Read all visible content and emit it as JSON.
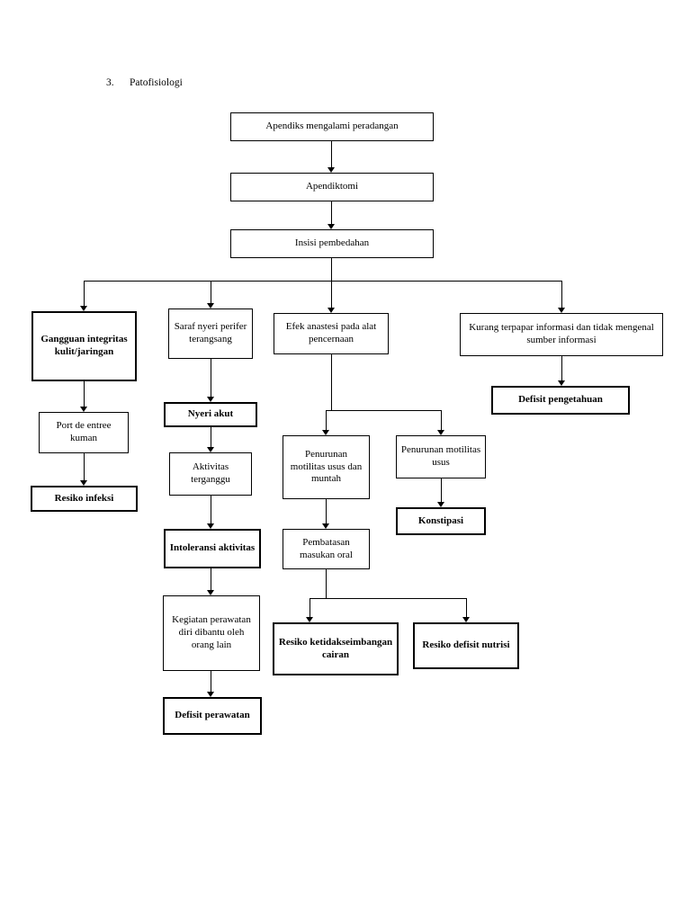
{
  "heading": {
    "number": "3.",
    "text": "Patofisiologi"
  },
  "diagram": {
    "type": "flowchart",
    "nodes": [
      {
        "id": "n1",
        "label": "Apendiks mengalami peradangan",
        "bold": false
      },
      {
        "id": "n2",
        "label": "Apendiktomi",
        "bold": false
      },
      {
        "id": "n3",
        "label": "Insisi pembedahan",
        "bold": false
      },
      {
        "id": "n4",
        "label": "Gangguan integritas kulit/jaringan",
        "bold": true
      },
      {
        "id": "n5",
        "label": "Saraf nyeri perifer terangsang",
        "bold": false
      },
      {
        "id": "n6",
        "label": "Efek anastesi pada alat pencernaan",
        "bold": false
      },
      {
        "id": "n7",
        "label": "Kurang terpapar informasi dan tidak mengenal sumber informasi",
        "bold": false
      },
      {
        "id": "n8",
        "label": "Defisit pengetahuan",
        "bold": true
      },
      {
        "id": "n9",
        "label": "Port de entree kuman",
        "bold": false
      },
      {
        "id": "n10",
        "label": "Nyeri akut",
        "bold": true
      },
      {
        "id": "n11",
        "label": "Resiko infeksi",
        "bold": true
      },
      {
        "id": "n12",
        "label": "Aktivitas terganggu",
        "bold": false
      },
      {
        "id": "n13",
        "label": "Penurunan motilitas usus dan muntah",
        "bold": false
      },
      {
        "id": "n14",
        "label": "Penurunan motilitas usus",
        "bold": false
      },
      {
        "id": "n15",
        "label": "Konstipasi",
        "bold": true
      },
      {
        "id": "n16",
        "label": "Intoleransi aktivitas",
        "bold": true
      },
      {
        "id": "n17",
        "label": "Pembatasan masukan oral",
        "bold": false
      },
      {
        "id": "n18",
        "label": "Kegiatan perawatan diri dibantu oleh orang lain",
        "bold": false
      },
      {
        "id": "n19",
        "label": "Resiko ketidakseimbangan cairan",
        "bold": true
      },
      {
        "id": "n20",
        "label": "Resiko defisit nutrisi",
        "bold": true
      },
      {
        "id": "n21",
        "label": "Defisit perawatan",
        "bold": true
      }
    ],
    "edges": [
      {
        "from": "n1",
        "to": "n2"
      },
      {
        "from": "n2",
        "to": "n3"
      },
      {
        "from": "n3",
        "to": "n4"
      },
      {
        "from": "n3",
        "to": "n5"
      },
      {
        "from": "n3",
        "to": "n6"
      },
      {
        "from": "n3",
        "to": "n7"
      },
      {
        "from": "n4",
        "to": "n9"
      },
      {
        "from": "n9",
        "to": "n11"
      },
      {
        "from": "n5",
        "to": "n10"
      },
      {
        "from": "n10",
        "to": "n12"
      },
      {
        "from": "n12",
        "to": "n16"
      },
      {
        "from": "n16",
        "to": "n18"
      },
      {
        "from": "n18",
        "to": "n21"
      },
      {
        "from": "n6",
        "to": "n13"
      },
      {
        "from": "n6",
        "to": "n14"
      },
      {
        "from": "n13",
        "to": "n17"
      },
      {
        "from": "n14",
        "to": "n15"
      },
      {
        "from": "n17",
        "to": "n19"
      },
      {
        "from": "n17",
        "to": "n20"
      },
      {
        "from": "n7",
        "to": "n8"
      }
    ]
  }
}
